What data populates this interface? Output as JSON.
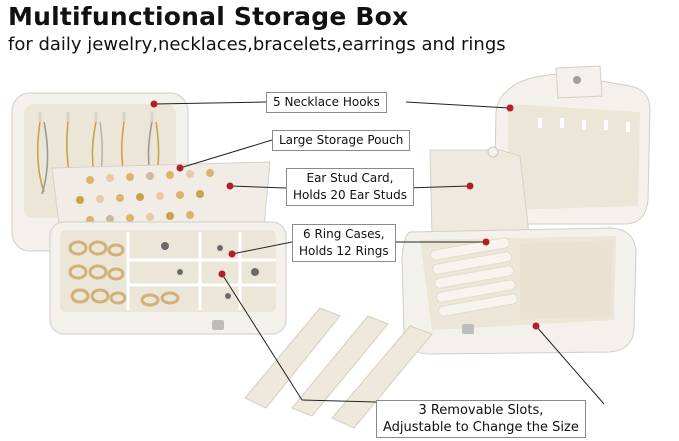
{
  "heading": {
    "title": "Multifunctional Storage Box",
    "subtitle": "for daily jewelry,necklaces,bracelets,earrings and rings"
  },
  "callouts": {
    "hooks": "5 Necklace Hooks",
    "pouch": "Large Storage Pouch",
    "ear_line1": "Ear Stud Card,",
    "ear_line2": "Holds 20 Ear Studs",
    "ring_line1": "6 Ring Cases,",
    "ring_line2": "Holds 12 Rings",
    "slots_line1": "3 Removable Slots,",
    "slots_line2": "Adjustable to Change the Size"
  },
  "colors": {
    "box_white": "#f4f1ec",
    "velvet": "#ece6d8",
    "marker_red": "#b0202a",
    "leader": "#222222"
  }
}
